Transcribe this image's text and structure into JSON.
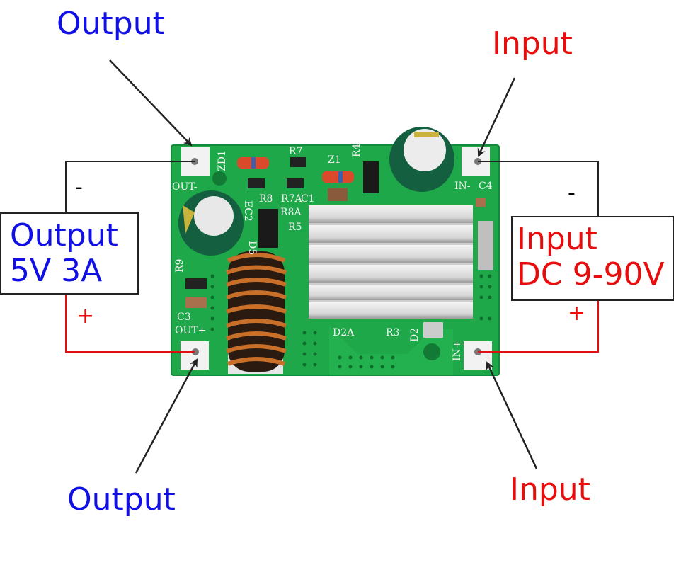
{
  "callouts": {
    "output_top": "Output",
    "input_top": "Input",
    "output_bottom": "Output",
    "input_bottom": "Input"
  },
  "output_box": {
    "line1": "Output",
    "line2": "5V 3A",
    "minus": "-",
    "plus": "+"
  },
  "input_box": {
    "line1": "Input",
    "line2": "DC 9-90V",
    "minus": "-",
    "plus": "+"
  },
  "colors": {
    "output": "#1010e6",
    "input": "#e80c0c",
    "negative_wire": "#222222",
    "positive_wire": "#e01010",
    "pcb": "#1ea84a"
  },
  "board": {
    "silkscreen": {
      "out_minus": "OUT-",
      "out_plus": "OUT+",
      "in_minus": "IN-",
      "in_plus": "IN+",
      "zd1": "ZD1",
      "r7": "R7",
      "z1": "Z1",
      "r4": "R4",
      "r8": "R8",
      "r7a": "R7A",
      "c1": "C1",
      "r8a": "R8A",
      "r5": "R5",
      "ec2": "EC2",
      "c4": "C4",
      "r9": "R9",
      "c3": "C3",
      "d2a": "D2A",
      "r3": "R3",
      "d2": "D2",
      "d5": "D5"
    }
  }
}
